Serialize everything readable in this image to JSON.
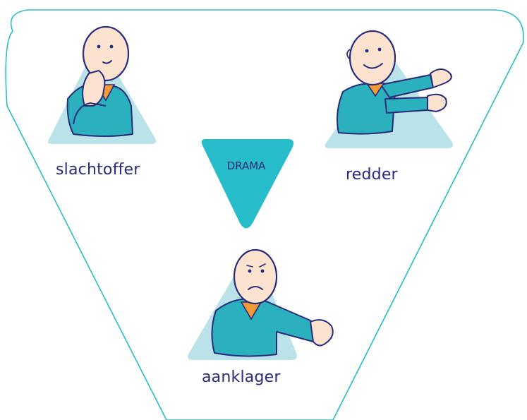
{
  "diagram": {
    "center_label": "DRAMA",
    "roles": [
      {
        "label": "slachtoffer",
        "figure": "person-thinking-hand-on-chin"
      },
      {
        "label": "redder",
        "figure": "person-reaching-out-both-hands"
      },
      {
        "label": "aanklager",
        "figure": "person-pointing-frowning"
      }
    ]
  },
  "colors": {
    "outline": "#27bcc9",
    "drama_triangle": "#27bcc9",
    "figure_bg": "#b9e3e8",
    "shirt": "#2ab1bd",
    "collar": "#f39a34",
    "skin": "#fbe3cf",
    "ink": "#2a2a7a"
  }
}
